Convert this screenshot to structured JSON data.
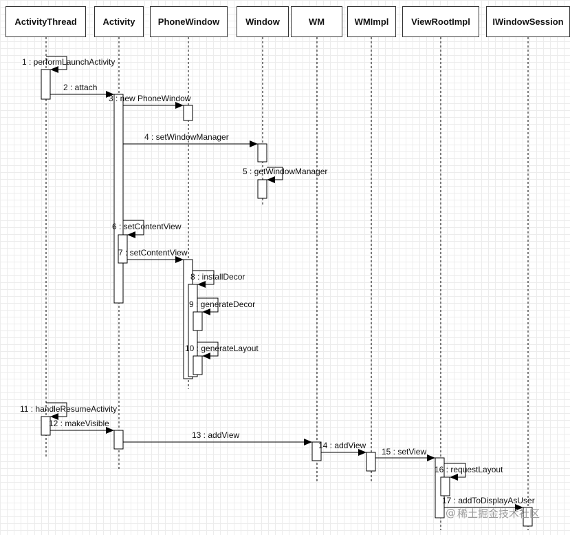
{
  "participants": [
    "ActivityThread",
    "Activity",
    "PhoneWindow",
    "Window",
    "WM",
    "WMImpl",
    "ViewRootImpl",
    "IWindowSession"
  ],
  "messages": [
    "1 : performLaunchActivity",
    "2 : attach",
    "3 : new PhoneWindow",
    "4 : setWindowManager",
    "5 : getWindowManager",
    "6 : setContentView",
    "7 : setContentView",
    "8 : installDecor",
    "9 : generateDecor",
    "10 : generateLayout",
    "11 : handleResumeActivity",
    "12 : makeVisible",
    "13 : addView",
    "14 : addView",
    "15 : setView",
    "16 : requestLayout",
    "17 : addToDisplayAsUser"
  ],
  "watermark": {
    "symbol": "@",
    "text": "稀土掘金技术社区"
  }
}
